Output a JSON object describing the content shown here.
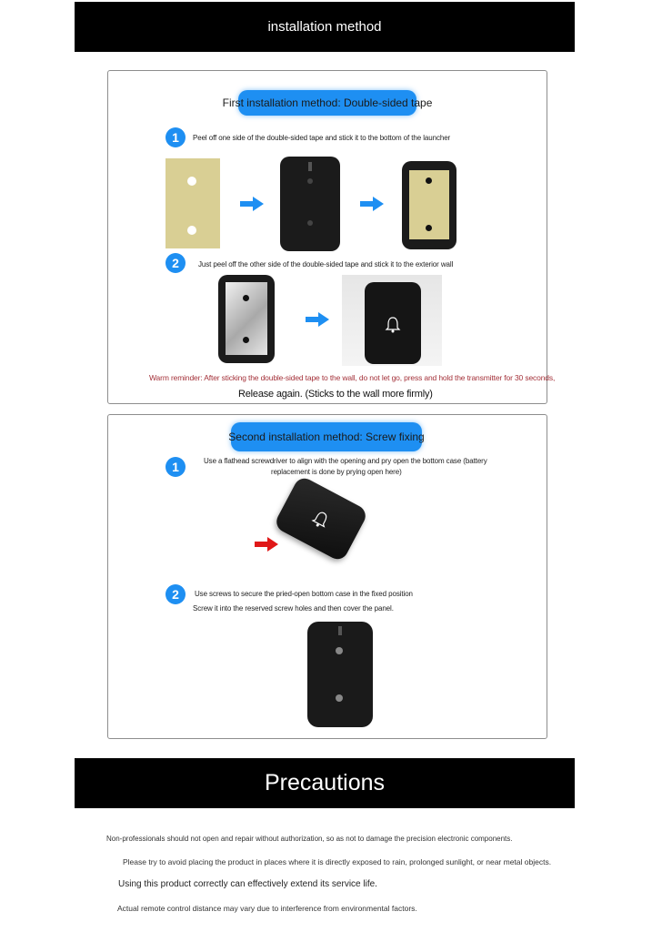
{
  "header": {
    "title": "installation method"
  },
  "method1": {
    "title": "First installation method: Double-sided tape",
    "step1": {
      "number": "1",
      "text": "Peel off one side of the double-sided tape and stick it to the bottom of the launcher"
    },
    "step2": {
      "number": "2",
      "text": "Just peel off the other side of the double-sided tape and stick it to the exterior wall"
    },
    "warning": "Warm reminder: After sticking the double-sided tape to the wall, do not let go, press and hold the transmitter for 30 seconds,",
    "release": "Release again. (Sticks to the wall more firmly)"
  },
  "method2": {
    "title": "Second installation method: Screw fixing",
    "step1": {
      "number": "1",
      "text_line1": "Use a flathead screwdriver to align with the opening and pry open the bottom case (battery",
      "text_line2": "replacement is done by prying open here)"
    },
    "step2": {
      "number": "2",
      "text": "Use screws to secure the pried-open bottom case in the fixed position",
      "subtext": "Screw it into the reserved screw holes and then cover the panel."
    }
  },
  "precautions": {
    "title": "Precautions",
    "items": [
      "Non-professionals should not open and repair without authorization, so as not to damage the precision electronic components.",
      "Please try to avoid placing the product in places where it is directly exposed to rain, prolonged sunlight, or near metal objects.",
      "Using this product correctly can effectively extend its service life.",
      "Actual remote control distance may vary due to interference from environmental factors."
    ]
  },
  "colors": {
    "accent": "#1e8ff2",
    "warning": "#a4323a",
    "arrow_red": "#e01818",
    "banner": "#000000",
    "tape": "#d9cf94"
  },
  "icons": [
    "arrow-right-icon",
    "bell-icon"
  ]
}
